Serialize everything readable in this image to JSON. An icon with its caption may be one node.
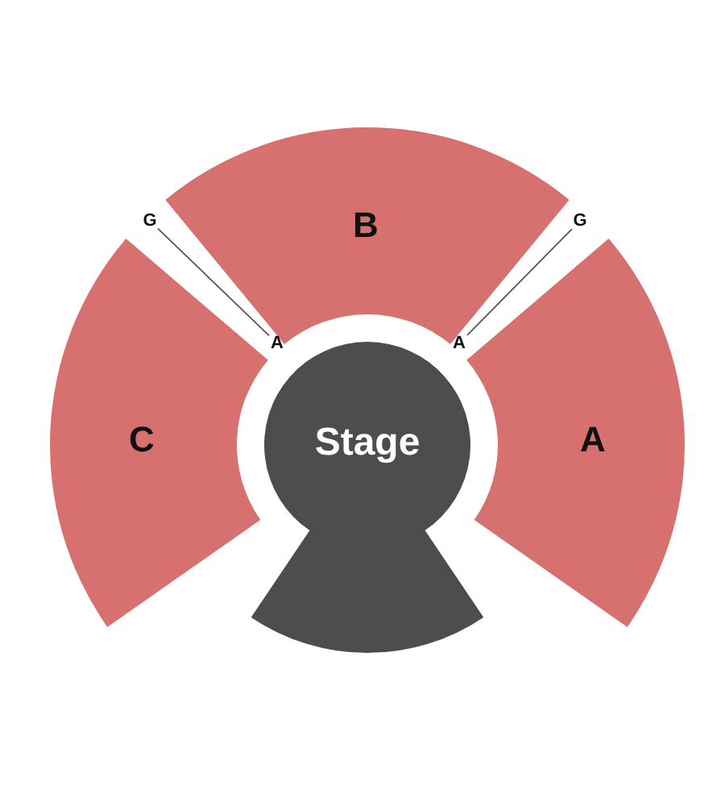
{
  "diagram": {
    "nodes": [
      {
        "text": [
          "G"
        ]
      },
      {
        "text": [
          "B"
        ]
      },
      {
        "text": [
          "G"
        ]
      },
      {
        "text": [
          "A"
        ]
      },
      {
        "text": [
          "A"
        ]
      },
      {
        "text": [
          "C"
        ]
      },
      {
        "text": [
          "Stage"
        ]
      },
      {
        "text": [
          "A"
        ]
      }
    ],
    "edges": [
      {
        "from": 0,
        "to": 3,
        "arrow": "none"
      },
      {
        "from": 2,
        "to": 4,
        "arrow": "none"
      }
    ]
  }
}
